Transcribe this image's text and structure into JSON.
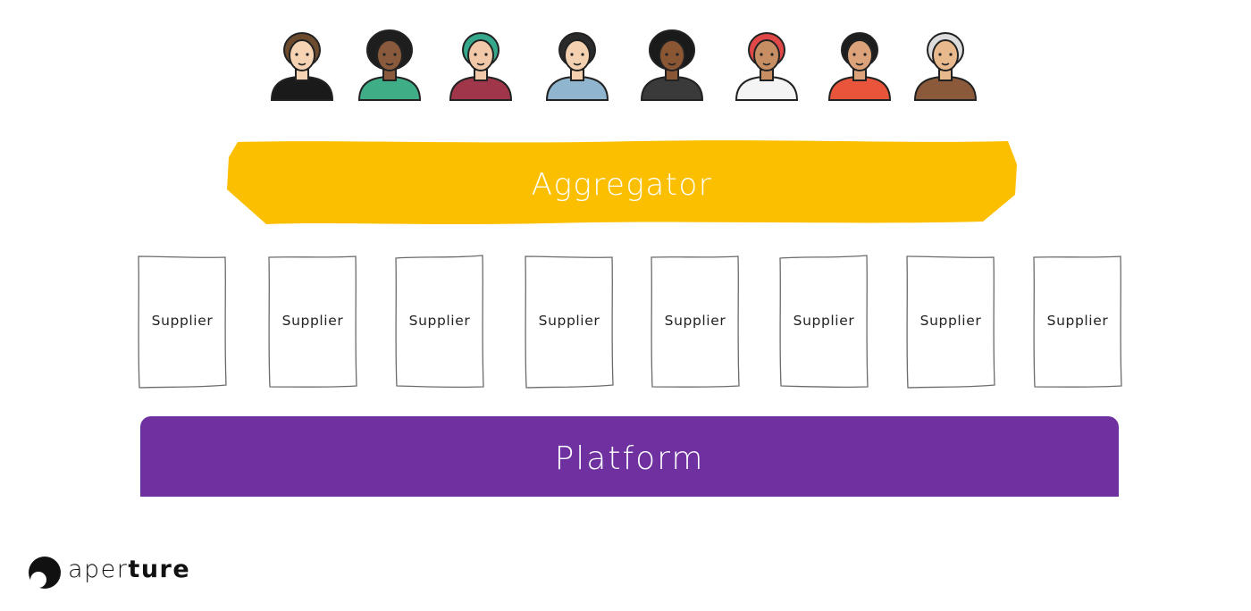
{
  "users": [
    {
      "icon": "man-beard-black-shirt-icon",
      "skin": "#f5d3b3",
      "hair": "#6b4a2e",
      "shirt": "#1a1a1a"
    },
    {
      "icon": "man-afro-glasses-scarf-icon",
      "skin": "#8a5a3c",
      "hair": "#1e1e1e",
      "shirt": "#3fae86"
    },
    {
      "icon": "woman-teal-hair-glasses-icon",
      "skin": "#f1c8a8",
      "hair": "#35a88c",
      "shirt": "#a0364a"
    },
    {
      "icon": "man-beard-plaid-shirt-icon",
      "skin": "#f3d0b0",
      "hair": "#2a2a2a",
      "shirt": "#8fb5cf"
    },
    {
      "icon": "woman-afro-icon",
      "skin": "#8b5634",
      "hair": "#1a1a1a",
      "shirt": "#3a3a3a"
    },
    {
      "icon": "man-keffiyeh-icon",
      "skin": "#c78e63",
      "hair": "#e04848",
      "shirt": "#f4f4f4"
    },
    {
      "icon": "woman-saree-bindi-icon",
      "skin": "#dca27a",
      "hair": "#1e1e1e",
      "shirt": "#e8553a"
    },
    {
      "icon": "old-man-bald-icon",
      "skin": "#e9b98e",
      "hair": "#dddddd",
      "shirt": "#8a5a3a"
    }
  ],
  "aggregator": {
    "label": "Aggregator",
    "color": "#fcbf00"
  },
  "suppliers": [
    {
      "label": "Supplier"
    },
    {
      "label": "Supplier"
    },
    {
      "label": "Supplier"
    },
    {
      "label": "Supplier"
    },
    {
      "label": "Supplier"
    },
    {
      "label": "Supplier"
    },
    {
      "label": "Supplier"
    },
    {
      "label": "Supplier"
    }
  ],
  "platform": {
    "label": "Platform",
    "color": "#7031a0"
  },
  "logo": {
    "text_light": "aper",
    "text_bold": "ture"
  }
}
